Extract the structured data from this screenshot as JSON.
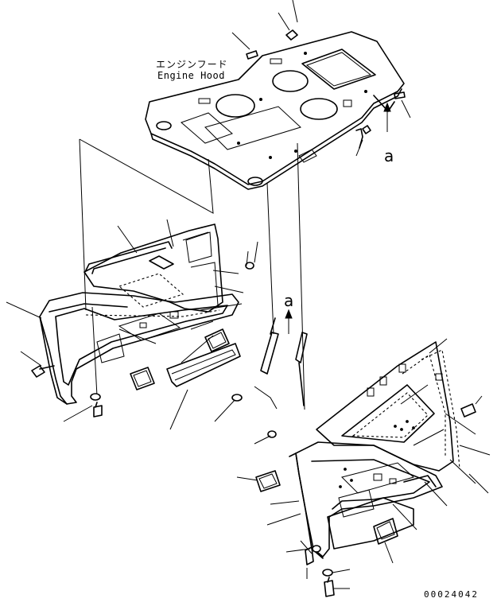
{
  "labels": {
    "hood_jp": "エンジンフード",
    "hood_en": "Engine Hood",
    "ref_a_right": "a",
    "ref_a_mid": "a",
    "drawing_number": "00024042"
  },
  "colors": {
    "line": "#000000",
    "background": "#ffffff"
  }
}
